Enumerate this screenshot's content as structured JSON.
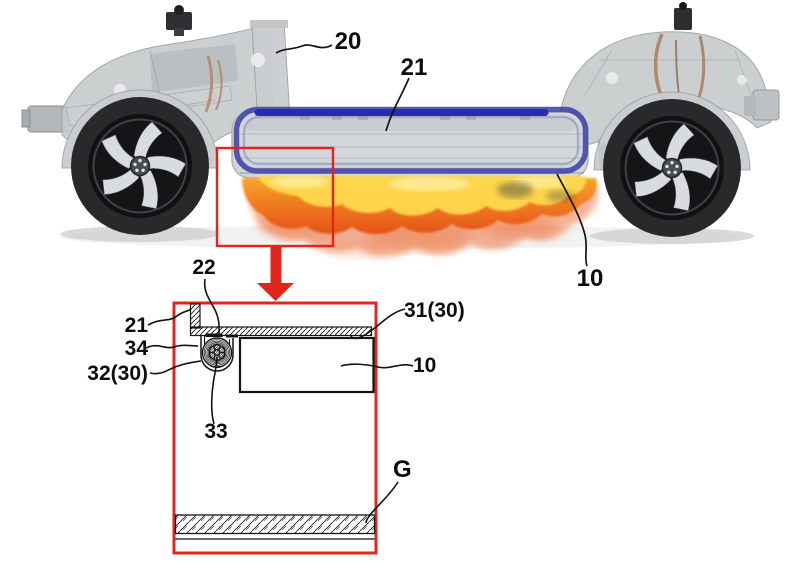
{
  "figure": {
    "description": "Patent-style figure: electric vehicle skeleton chassis side view with fire under the battery pack, a red highlight box and arrow pointing to an enlarged cross-section detail of the side-sill fire-extinguishing structure above ground",
    "main_view": {
      "labels": {
        "body": "20",
        "sill_top": "21",
        "battery": "10"
      }
    },
    "inset_view": {
      "labels": {
        "bracket_area": "22",
        "sill": "21",
        "part34": "34",
        "holder": "32(30)",
        "coil": "33",
        "plate": "31(30)",
        "battery": "10",
        "ground": "G"
      }
    },
    "colors": {
      "highlight_red": "#e1251b",
      "battery_outline_blue": "#2d31a2",
      "battery_outline_soft": "#8186bb",
      "fire_orange": "#f07c1e",
      "fire_deep_orange": "#e4541a",
      "fire_yellow": "#ffd94e",
      "chassis_gray": "#c7cbcd",
      "line_black": "#141414"
    }
  }
}
